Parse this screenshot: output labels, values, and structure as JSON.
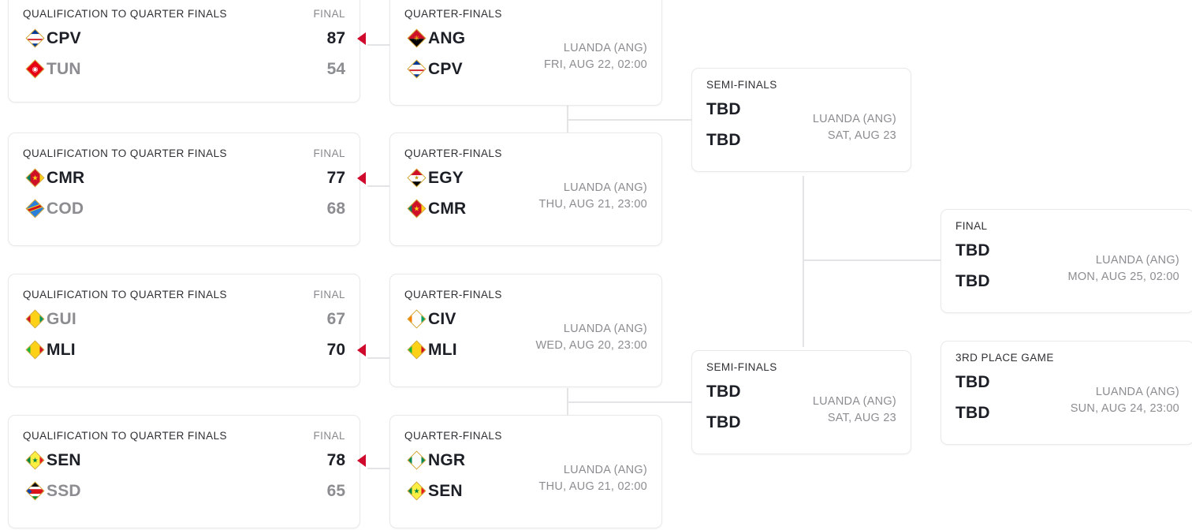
{
  "bracket": {
    "title": "Tournament Bracket",
    "labels": {
      "qualification": "QUALIFICATION TO QUARTER FINALS",
      "quarter_finals": "QUARTER-FINALS",
      "semi_finals": "SEMI-FINALS",
      "final": "FINAL",
      "third_place": "3RD PLACE GAME",
      "final_score_header": "FINAL",
      "tbd": "TBD"
    },
    "colors": {
      "winner_arrow": "#cf0a2c",
      "connector": "#e3e4e6",
      "card_border": "#e8e9ea",
      "text_primary": "#1c1f26",
      "text_muted": "#8b8d91"
    },
    "rounds": {
      "qualification": [
        {
          "round_label": "QUALIFICATION TO QUARTER FINALS",
          "score_header": "FINAL",
          "teams": [
            {
              "abbr": "CPV",
              "score": "87",
              "winner": true,
              "flag": "cape-verde"
            },
            {
              "abbr": "TUN",
              "score": "54",
              "winner": false,
              "flag": "tunisia"
            }
          ]
        },
        {
          "round_label": "QUALIFICATION TO QUARTER FINALS",
          "score_header": "FINAL",
          "teams": [
            {
              "abbr": "CMR",
              "score": "77",
              "winner": true,
              "flag": "cameroon"
            },
            {
              "abbr": "COD",
              "score": "68",
              "winner": false,
              "flag": "dr-congo"
            }
          ]
        },
        {
          "round_label": "QUALIFICATION TO QUARTER FINALS",
          "score_header": "FINAL",
          "teams": [
            {
              "abbr": "GUI",
              "score": "67",
              "winner": false,
              "flag": "guinea"
            },
            {
              "abbr": "MLI",
              "score": "70",
              "winner": true,
              "flag": "mali"
            }
          ]
        },
        {
          "round_label": "QUALIFICATION TO QUARTER FINALS",
          "score_header": "FINAL",
          "teams": [
            {
              "abbr": "SEN",
              "score": "78",
              "winner": true,
              "flag": "senegal"
            },
            {
              "abbr": "SSD",
              "score": "65",
              "winner": false,
              "flag": "south-sudan"
            }
          ]
        }
      ],
      "quarter_finals": [
        {
          "round_label": "QUARTER-FINALS",
          "venue": "LUANDA (ANG)",
          "datetime": "FRI, AUG 22, 02:00",
          "teams": [
            {
              "abbr": "ANG",
              "flag": "angola"
            },
            {
              "abbr": "CPV",
              "flag": "cape-verde"
            }
          ]
        },
        {
          "round_label": "QUARTER-FINALS",
          "venue": "LUANDA (ANG)",
          "datetime": "THU, AUG 21, 23:00",
          "teams": [
            {
              "abbr": "EGY",
              "flag": "egypt"
            },
            {
              "abbr": "CMR",
              "flag": "cameroon"
            }
          ]
        },
        {
          "round_label": "QUARTER-FINALS",
          "venue": "LUANDA (ANG)",
          "datetime": "WED, AUG 20, 23:00",
          "teams": [
            {
              "abbr": "CIV",
              "flag": "ivory-coast"
            },
            {
              "abbr": "MLI",
              "flag": "mali"
            }
          ]
        },
        {
          "round_label": "QUARTER-FINALS",
          "venue": "LUANDA (ANG)",
          "datetime": "THU, AUG 21, 02:00",
          "teams": [
            {
              "abbr": "NGR",
              "flag": "nigeria"
            },
            {
              "abbr": "SEN",
              "flag": "senegal"
            }
          ]
        }
      ],
      "semi_finals": [
        {
          "round_label": "SEMI-FINALS",
          "venue": "LUANDA (ANG)",
          "datetime": "SAT, AUG 23",
          "teams": [
            {
              "abbr": "TBD"
            },
            {
              "abbr": "TBD"
            }
          ]
        },
        {
          "round_label": "SEMI-FINALS",
          "venue": "LUANDA (ANG)",
          "datetime": "SAT, AUG 23",
          "teams": [
            {
              "abbr": "TBD"
            },
            {
              "abbr": "TBD"
            }
          ]
        }
      ],
      "final": {
        "round_label": "FINAL",
        "venue": "LUANDA (ANG)",
        "datetime": "MON, AUG 25, 02:00",
        "teams": [
          {
            "abbr": "TBD"
          },
          {
            "abbr": "TBD"
          }
        ]
      },
      "third_place": {
        "round_label": "3RD PLACE GAME",
        "venue": "LUANDA (ANG)",
        "datetime": "SUN, AUG 24, 23:00",
        "teams": [
          {
            "abbr": "TBD"
          },
          {
            "abbr": "TBD"
          }
        ]
      }
    }
  }
}
